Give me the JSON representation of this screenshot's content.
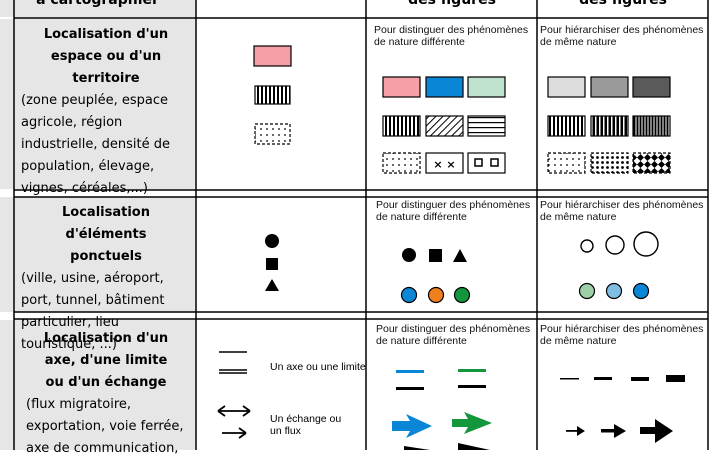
{
  "header": {
    "col1": "à cartographier",
    "col3": "des figurés",
    "col4": "des figurés"
  },
  "rows": [
    {
      "title": "Localisation d'un espace ou d'un territoire",
      "body": "(zone peuplée, espace agricole, région industrielle, densité de population, élevage, vignes, céréales,...)",
      "note_diff": "Pour distinguer des phénomènes de nature différente",
      "note_same": "Pour hiérarchiser des phénomènes de même nature"
    },
    {
      "title": "Localisation d'éléments ponctuels",
      "body": "(ville, usine, aéroport, port, tunnel, bâtiment particulier, lieu touristique, ...)",
      "note_diff": "Pour distinguer des phénomènes de nature différente",
      "note_same": "Pour hiérarchiser des phénomènes de même nature"
    },
    {
      "title": "Localisation d'un axe, d'une limite ou d'un échange",
      "body": "(flux migratoire, exportation, voie ferrée, axe de communication,",
      "note_diff": "Pour distinguer des phénomènes de nature différente",
      "note_same": "Pour hiérarchiser des phénomènes de même nature",
      "legend_axis": "Un axe ou une limite",
      "legend_flux": "Un échange ou un flux"
    }
  ],
  "colors": {
    "pink": "#f4a0a6",
    "blue": "#0a86d6",
    "mint": "#bfe3cf",
    "orange": "#f07f1f",
    "green": "#14963c",
    "lightgreen": "#9ed0a8",
    "lightgray": "#dcdcdc",
    "midgray": "#9a9a9a",
    "darkgray": "#5a5a5a",
    "cellgray": "#e6e6e6"
  }
}
